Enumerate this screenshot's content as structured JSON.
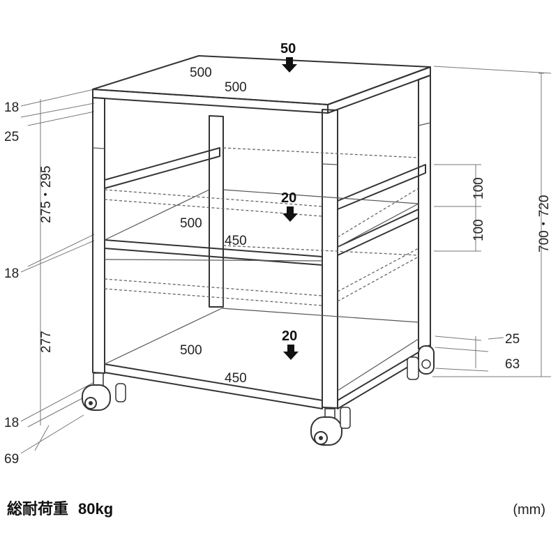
{
  "load_labels": {
    "top": "50",
    "middle": "20",
    "bottom": "20"
  },
  "width_labels": {
    "top_depth": "500",
    "top_width": "500",
    "mid_depth": "500",
    "mid_width": "450",
    "bottom_depth": "500",
    "bottom_width": "450"
  },
  "left_dims": [
    "18",
    "25",
    "275・295",
    "18",
    "277",
    "18",
    "69"
  ],
  "right_dims": {
    "shelf_upper": "100",
    "shelf_lower": "100",
    "total_height": "700・720",
    "caster_upper": "25",
    "caster_lower": "63"
  },
  "caption": {
    "label": "総耐荷重",
    "weight": "80kg"
  },
  "unit": "(mm)"
}
